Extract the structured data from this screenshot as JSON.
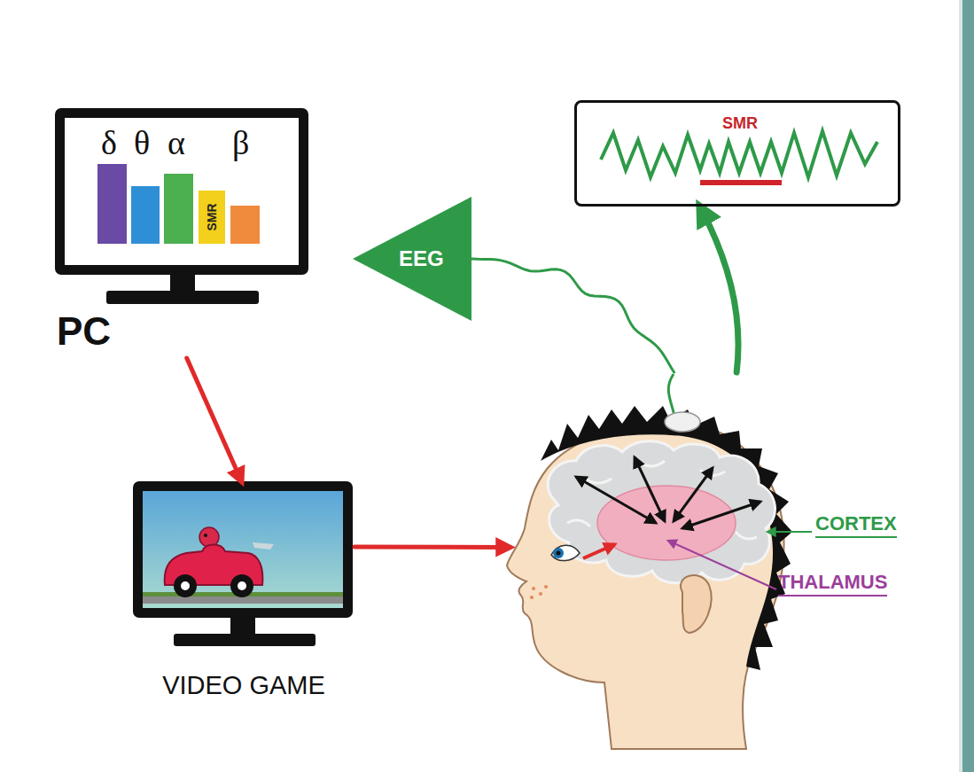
{
  "diagram": {
    "nodes": [
      {
        "text": [
          "PC"
        ]
      },
      {
        "text": [
          "VIDEO GAME"
        ]
      },
      {
        "text": [
          "EEG"
        ]
      },
      {
        "text": [
          "SMR"
        ]
      },
      {
        "text": [
          "CORTEX",
          "THALAMUS"
        ]
      }
    ],
    "edges": [
      {
        "from": 0,
        "to": 1,
        "arrow": "to"
      },
      {
        "from": 1,
        "to": 4,
        "arrow": "to"
      },
      {
        "from": 4,
        "to": 2,
        "arrow": "none"
      },
      {
        "from": 4,
        "to": 3,
        "arrow": "to"
      }
    ],
    "labels": [
      "δ",
      "θ",
      "α",
      "β",
      "SMR"
    ]
  }
}
